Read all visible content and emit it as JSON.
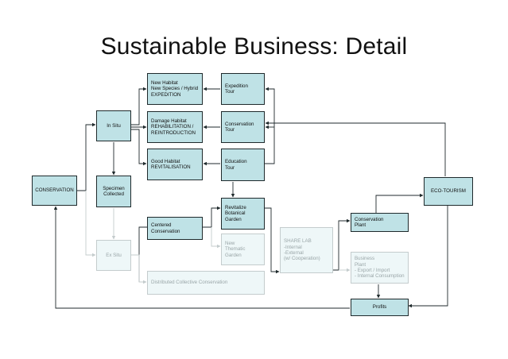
{
  "title": "Sustainable Business: Detail",
  "nodes": {
    "conservation": [
      "CONSERVATION"
    ],
    "in_situ": [
      "In Situ"
    ],
    "specimen_collected": [
      "Specimen",
      "Collected"
    ],
    "ex_situ": [
      "Ex Situ"
    ],
    "new_habitat": [
      "New Habitat",
      "New Species / Hybrid",
      "EXPEDITION"
    ],
    "damage_habitat": [
      "Damage Habitat",
      "REHABILITATION /",
      "REINTRODUCTION"
    ],
    "good_habitat": [
      "Good Habitat",
      "REVITALISATION"
    ],
    "expedition_tour": [
      "Expedition",
      "Tour"
    ],
    "conservation_tour": [
      "Conservation",
      "Tour"
    ],
    "education_tour": [
      "Education",
      "Tour"
    ],
    "revitalize_garden": [
      "Revitalize",
      "Botanical",
      "Garden"
    ],
    "centered_conservation": [
      "Centered",
      "Conservation"
    ],
    "new_thematic_garden": [
      "New",
      "Thematic",
      "Garden"
    ],
    "distributed_collective": [
      "Distributed Collective Conservation"
    ],
    "share_lab": [
      "SHARE LAB",
      "-Internal",
      "-External",
      "(w/ Cooperation)"
    ],
    "conservation_plant": [
      "Conservation",
      "Plant"
    ],
    "business_plant": [
      "Business",
      "Plant",
      "- Export / Import",
      "- Internal Consumption"
    ],
    "eco_tourism": [
      "ECO-TOURISM"
    ],
    "profits": [
      "Profits"
    ]
  }
}
